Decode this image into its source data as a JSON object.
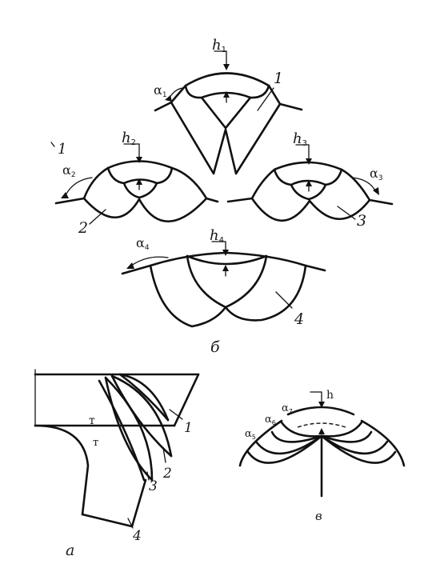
{
  "figure": {
    "panel_labels": {
      "a": "а",
      "b": "б",
      "v": "в"
    },
    "collars_b": [
      {
        "number": "1",
        "height": {
          "main": "h",
          "sub": "1"
        },
        "angle": {
          "main": "α",
          "sub": "1"
        }
      },
      {
        "number": "2",
        "height": {
          "main": "h",
          "sub": "2"
        },
        "angle": {
          "main": "α",
          "sub": "2"
        }
      },
      {
        "number": "3",
        "height": {
          "main": "h",
          "sub": "3"
        },
        "angle": {
          "main": "α",
          "sub": "3"
        }
      },
      {
        "number": "4",
        "height": {
          "main": "h",
          "sub": "4"
        },
        "angle": {
          "main": "α",
          "sub": "4"
        }
      }
    ],
    "stray_mark": "1",
    "panel_a_numbers": [
      "1",
      "2",
      "3",
      "4"
    ],
    "panel_a_marks": [
      "т",
      "т"
    ],
    "panel_v": {
      "height_label": "h",
      "angles": [
        {
          "main": "α",
          "sub": "5"
        },
        {
          "main": "α",
          "sub": "6"
        },
        {
          "main": "α",
          "sub": "7"
        }
      ]
    }
  }
}
